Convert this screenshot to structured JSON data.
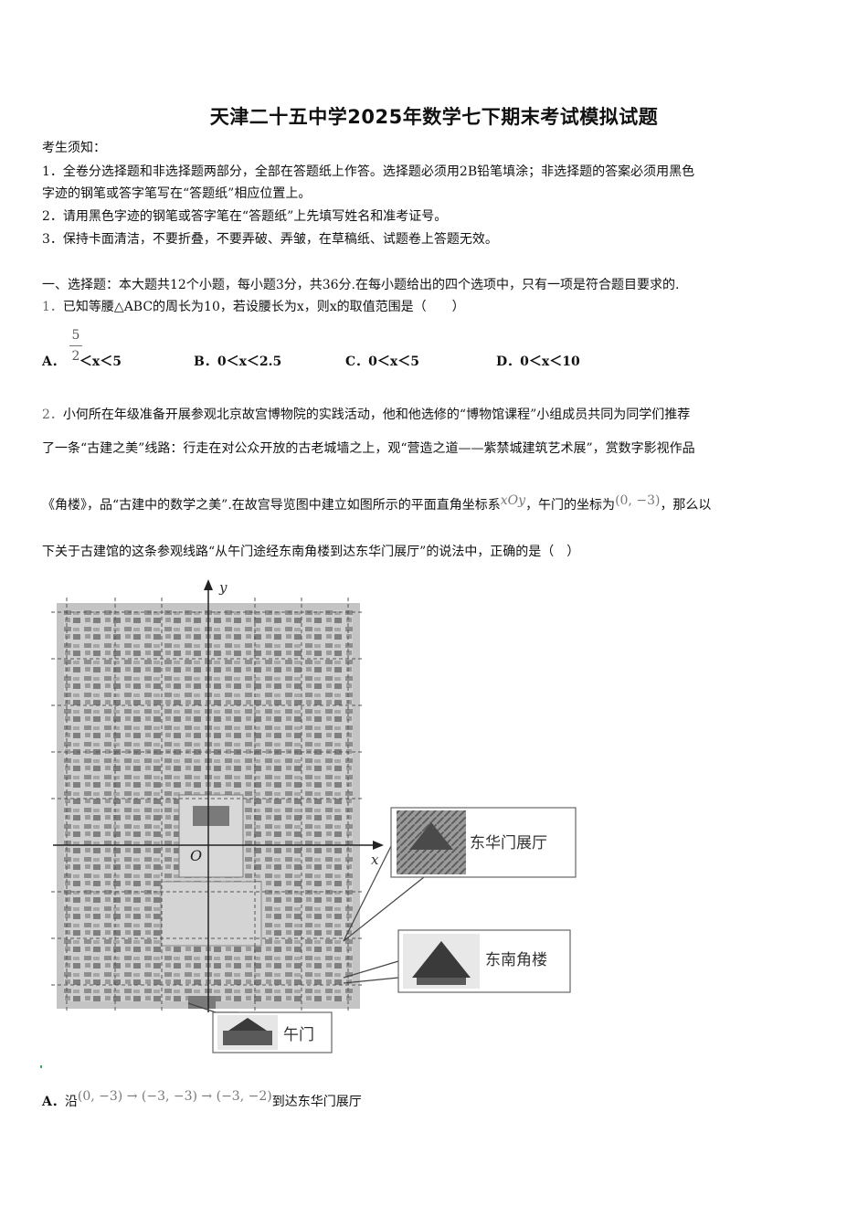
{
  "title": "天津二十五中学2025年数学七下期末考试模拟试题",
  "notice": {
    "heading": "考生须知：",
    "items": [
      "1．全卷分选择题和非选择题两部分，全部在答题纸上作答。选择题必须用2B铅笔填涂；非选择题的答案必须用黑色",
      "字迹的钢笔或答字笔写在“答题纸”相应位置上。",
      "2．请用黑色字迹的钢笔或答字笔在“答题纸”上先填写姓名和准考证号。",
      "3．保持卡面清洁，不要折叠，不要弄破、弄皱，在草稿纸、试题卷上答题无效。"
    ]
  },
  "section": "一、选择题：本大题共12个小题，每小题3分，共36分.在每小题给出的四个选项中，只有一项是符合题目要求的.",
  "q1": {
    "num": "1．",
    "text": "已知等腰△ABC的周长为10，若设腰长为x，则x的取值范围是（　　）",
    "frac_num": "5",
    "frac_den": "2",
    "options": [
      {
        "label": "A．",
        "text": "＜x＜5"
      },
      {
        "label": "B．",
        "text": "0＜x＜2.5"
      },
      {
        "label": "C．",
        "text": "0＜x＜5"
      },
      {
        "label": "D．",
        "text": "0＜x＜10"
      }
    ]
  },
  "q2": {
    "num": "2．",
    "line1": "小何所在年级准备开展参观北京故宫博物院的实践活动，他和他选修的“博物馆课程”小组成员共同为同学们推荐",
    "line2": "了一条“古建之美”线路：行走在对公众开放的古老城墙之上，观“营造之道——紫禁城建筑艺术展”，赏数字影视作品",
    "line3a": "《角楼》，品“古建中的数学之美”.在故宫导览图中建立如图所示的平面直角坐标系",
    "line3_sys": "xOy",
    "line3b": "，午门的坐标为",
    "line3_coord": "(0, −3)",
    "line3c": "，那么以",
    "line4": "下关于古建馆的这条参观线路“从午门途经东南角楼到达东华门展厅”的说法中，正确的是（　）",
    "figure": {
      "axis_x": "x",
      "axis_y": "y",
      "origin": "O",
      "callouts": [
        "东华门展厅",
        "东南角楼",
        "午门"
      ]
    },
    "optionA": {
      "label": "A．",
      "pre": "沿",
      "path": "(0, −3) → (−3, −3) → (−3, −2)",
      "post": "到达东华门展厅"
    }
  }
}
